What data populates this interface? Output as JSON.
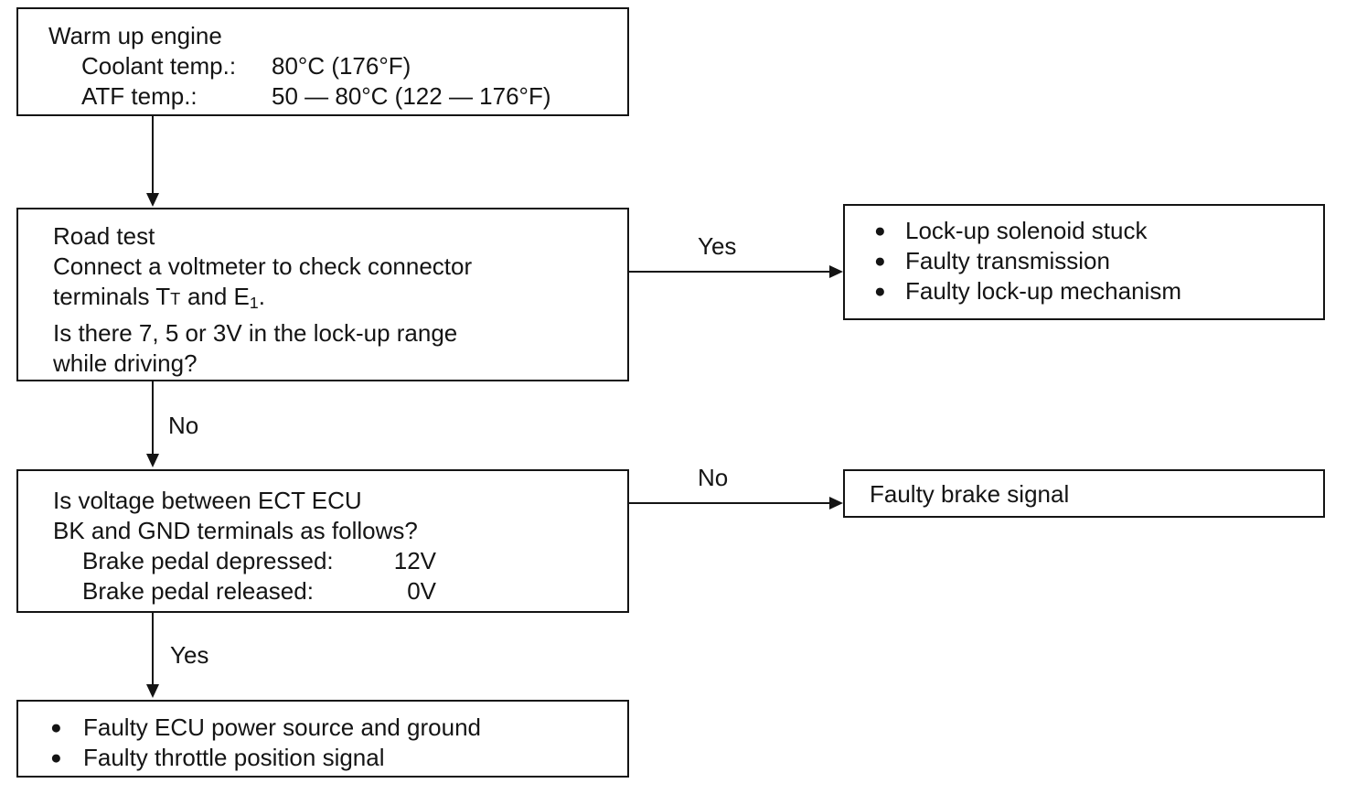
{
  "diagram": {
    "bullet_glyph": "●",
    "boxes": {
      "warm_up": {
        "title": "Warm up engine",
        "rows": [
          {
            "label": "Coolant temp.:",
            "value": "80°C (176°F)"
          },
          {
            "label": "ATF temp.:",
            "value": "50 — 80°C (122 — 176°F)"
          }
        ]
      },
      "road_test": {
        "line1": "Road test",
        "line2": "Connect a voltmeter to check connector",
        "line3": {
          "pre": "terminals T",
          "small_t": "T",
          "mid": " and E",
          "sub1": "1",
          "tail": "."
        },
        "line4": "Is there 7, 5 or 3V in the lock-up range",
        "line5": "while driving?"
      },
      "brake_check": {
        "line1": "Is voltage between ECT ECU",
        "line2": "BK and GND terminals as follows?",
        "rows": [
          {
            "label": "Brake pedal depressed:",
            "value": "12V"
          },
          {
            "label": "Brake pedal released:",
            "value": "0V"
          }
        ]
      },
      "lockup_faults": {
        "items": [
          "Lock-up solenoid stuck",
          "Faulty transmission",
          "Faulty lock-up mechanism"
        ]
      },
      "brake_fault": {
        "text": "Faulty brake signal"
      },
      "ecu_faults": {
        "items": [
          "Faulty ECU power source and ground",
          "Faulty throttle position signal"
        ]
      }
    },
    "labels": {
      "yes1": "Yes",
      "no1": "No",
      "no2": "No",
      "yes2": "Yes"
    },
    "colors": {
      "ink": "#141414",
      "background": "#ffffff"
    }
  }
}
